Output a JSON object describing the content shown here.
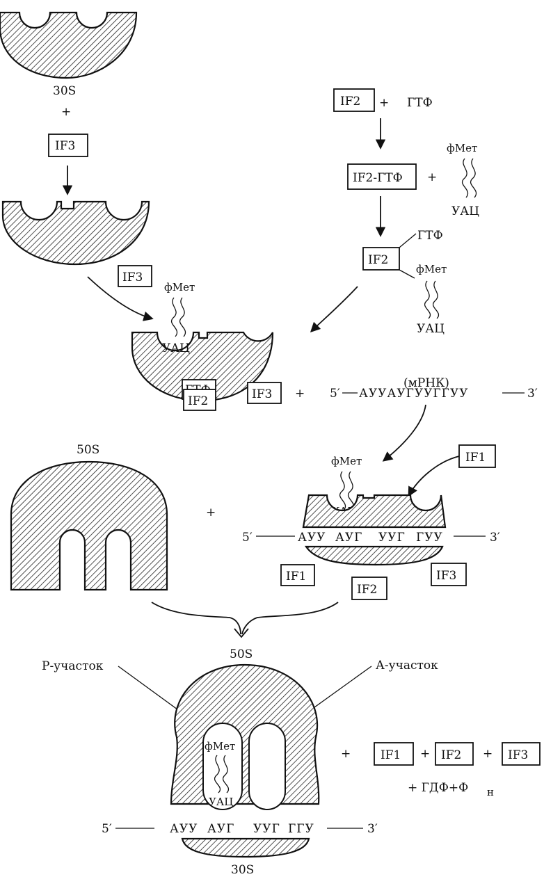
{
  "labels": {
    "s30_top": "30S",
    "plus": "+",
    "if1": "IF1",
    "if2": "IF2",
    "if3": "IF3",
    "gtp": "ГТФ",
    "if2_gtp": "IF2-ГТФ",
    "fmet": "фМет",
    "anticodon": "УАЦ",
    "mrna_caption": "(мРНК)",
    "five_prime": "5′",
    "three_prime": "3′",
    "mrna_sequence": "АУУАУГУУГГУУ",
    "codon1": "АУУ",
    "codon2": "АУГ",
    "codon3": "УУГ",
    "codon4": "ГУУ",
    "codon4b": "ГГУ",
    "s50": "50S",
    "s30_bottom": "30S",
    "p_site": "Р-участок",
    "a_site": "А-участок",
    "products_tail": "+ ГДФ+Ф",
    "products_sub": "н"
  }
}
